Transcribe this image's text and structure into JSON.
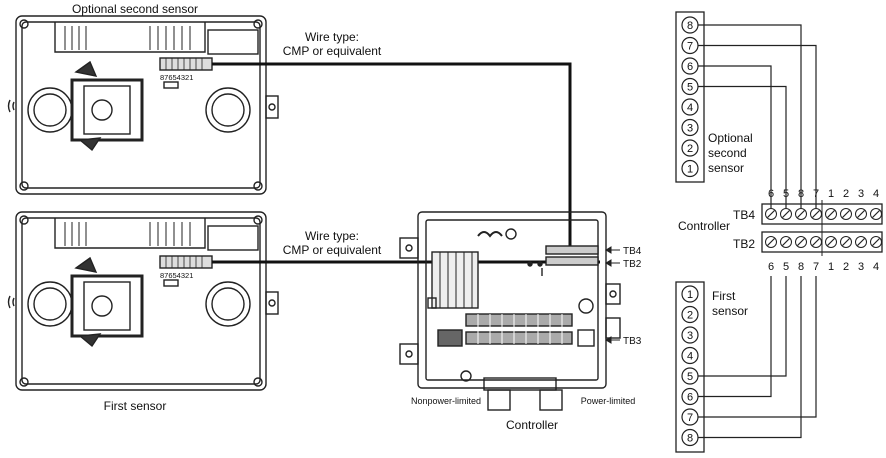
{
  "sensors": {
    "top_caption": "Optional second sensor",
    "bottom_caption": "First sensor",
    "terminal_digits": "87654321"
  },
  "wiring": {
    "wire_type_line1": "Wire type:",
    "wire_type_line2": "CMP or equivalent"
  },
  "controller": {
    "caption": "Controller",
    "left_port": "Nonpower-limited",
    "right_port": "Power-limited",
    "tb4": "TB4",
    "tb2": "TB2",
    "tb3": "TB3"
  },
  "terminal_diagram": {
    "top_sensor_numbers": [
      "8",
      "7",
      "6",
      "5",
      "4",
      "3",
      "2",
      "1"
    ],
    "top_sensor_label": [
      "Optional",
      "second",
      "sensor"
    ],
    "controller_label": "Controller",
    "tb4": "TB4",
    "tb2": "TB2",
    "top_terminal_numbers": [
      "6",
      "5",
      "8",
      "7",
      "1",
      "2",
      "3",
      "4"
    ],
    "bottom_terminal_numbers": [
      "6",
      "5",
      "8",
      "7",
      "1",
      "2",
      "3",
      "4"
    ],
    "bottom_sensor_numbers": [
      "1",
      "2",
      "3",
      "4",
      "5",
      "6",
      "7",
      "8"
    ],
    "bottom_sensor_label": [
      "First",
      "sensor"
    ]
  }
}
